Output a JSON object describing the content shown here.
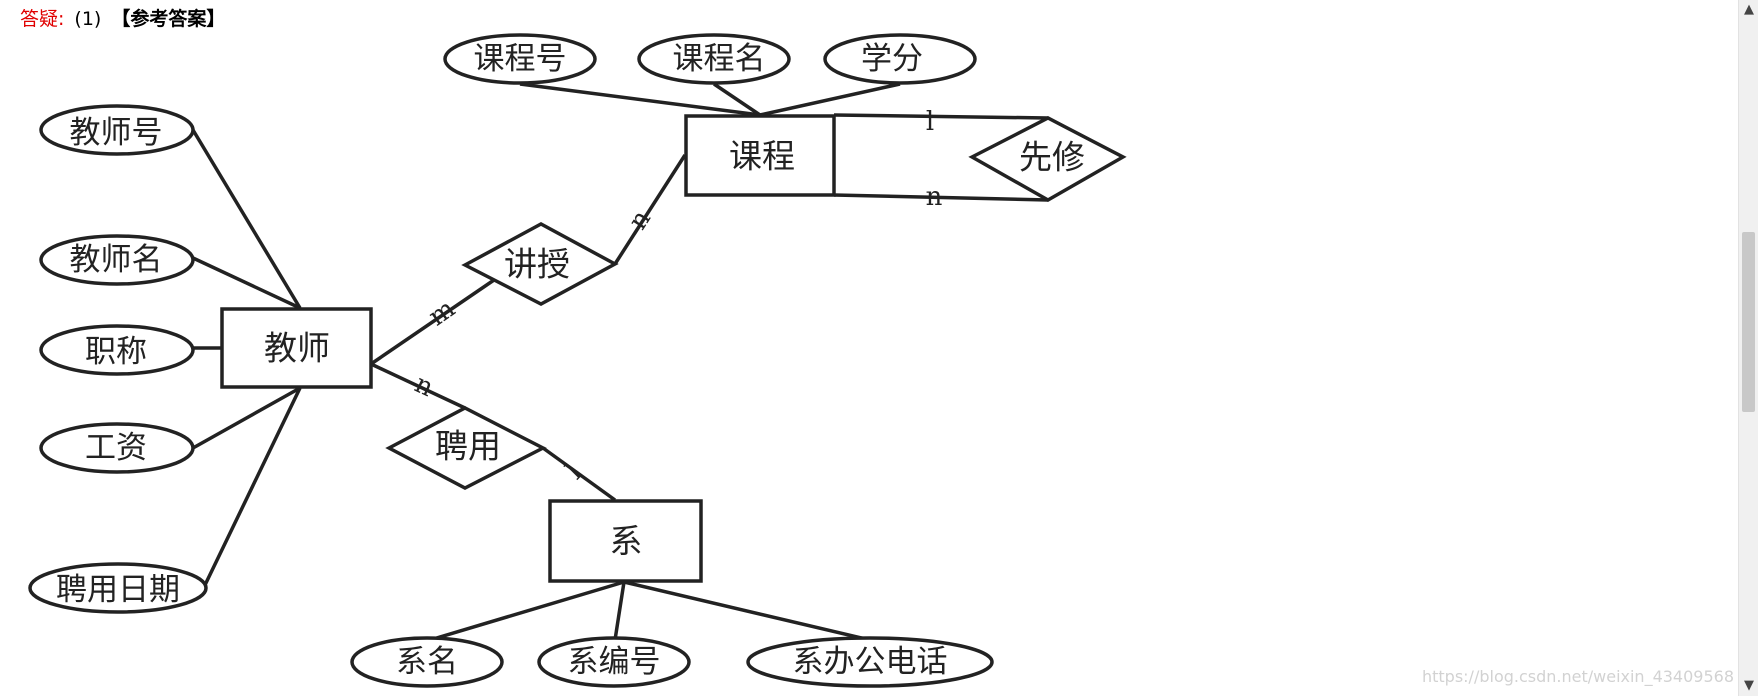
{
  "header": {
    "label": "答疑:",
    "item": "(1)",
    "answer": "【参考答案】"
  },
  "diagram": {
    "entities": {
      "teacher": "教师",
      "course": "课程",
      "department": "系"
    },
    "relationships": {
      "teach": "讲授",
      "prerequisite": "先修",
      "hire": "聘用"
    },
    "attributes": {
      "course_no": "课程号",
      "course_name": "课程名",
      "credit": "学分",
      "teacher_no": "教师号",
      "teacher_name": "教师名",
      "title": "职称",
      "salary": "工资",
      "hire_date": "聘用日期",
      "dept_name": "系名",
      "dept_no": "系编号",
      "dept_phone": "系办公电话"
    },
    "cardinalities": {
      "teach_teacher": "m",
      "teach_course": "n",
      "prereq_1": "l",
      "prereq_n": "n",
      "hire_teacher": "n",
      "hire_dept": "l"
    }
  },
  "scrollbar": {
    "up_icon": "▲",
    "down_icon": "▼"
  },
  "watermark": "https://blog.csdn.net/weixin_43409568"
}
